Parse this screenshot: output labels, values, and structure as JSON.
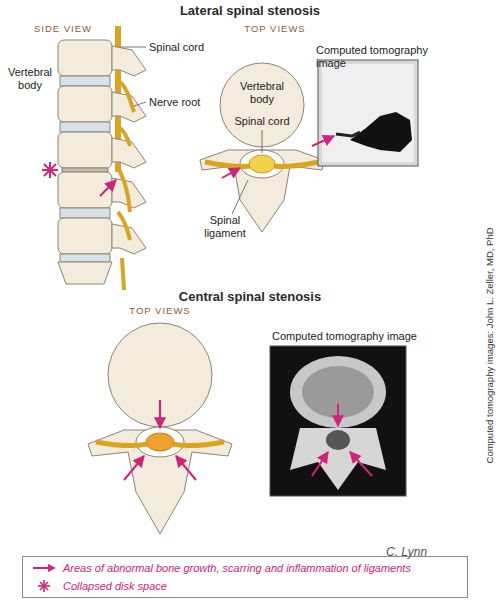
{
  "diagram": {
    "labels": [
      "Lateral spinal stenosis",
      "SIDE VIEW",
      "TOP VIEWS",
      "Spinal cord",
      "Vertebral body",
      "Nerve root",
      "Computed tomography image",
      "Vertebral body",
      "Spinal cord",
      "Spinal ligament",
      "Central spinal stenosis",
      "TOP VIEWS",
      "Computed tomography image",
      "C. Lynn",
      "Computed tomography images: John L. Zeller, MD, PhD"
    ],
    "legend": [
      {
        "text": "Areas of abnormal bone growth, scarring and inflammation of ligaments"
      },
      {
        "text": "Collapsed disk space"
      }
    ]
  }
}
